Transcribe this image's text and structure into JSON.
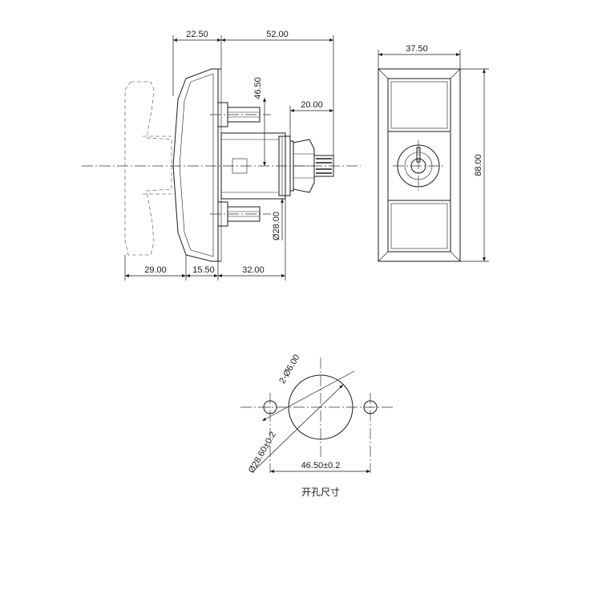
{
  "dimensions": {
    "top_handle_offset": "22.50",
    "top_overall": "52.00",
    "stud_spacing_half": "46.50",
    "shaft_length": "20.00",
    "body_diameter": "Ø28.00",
    "bottom_handle": "29.00",
    "bottom_bezel": "15.50",
    "bottom_body": "32.00",
    "front_width": "37.50",
    "front_height": "88.00",
    "hole_small": "2-Ø6.00",
    "hole_center": "Ø28.60±0.2",
    "hole_spacing": "46.50±0.2"
  },
  "caption": "开孔尺寸"
}
